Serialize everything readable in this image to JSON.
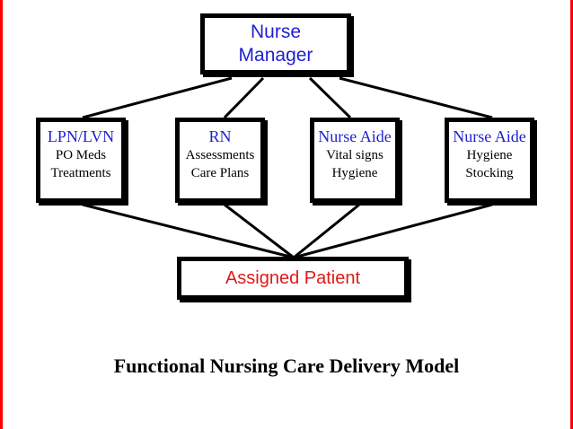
{
  "diagram": {
    "manager": {
      "lines": [
        "Nurse",
        "Manager"
      ]
    },
    "roles": [
      {
        "title": "LPN/LVN",
        "tasks": [
          "PO Meds",
          "Treatments"
        ]
      },
      {
        "title": "RN",
        "tasks": [
          "Assessments",
          "Care Plans"
        ]
      },
      {
        "title": "Nurse Aide",
        "tasks": [
          "Vital signs",
          "Hygiene"
        ]
      },
      {
        "title": "Nurse Aide",
        "tasks": [
          "Hygiene",
          "Stocking"
        ]
      }
    ],
    "patient": {
      "label": "Assigned Patient"
    },
    "caption": "Functional Nursing Care Delivery Model"
  },
  "colors": {
    "role_title": "#1f1fd0",
    "patient_label": "#e01818",
    "border": "#000000",
    "frame_edge": "#ff0000"
  }
}
